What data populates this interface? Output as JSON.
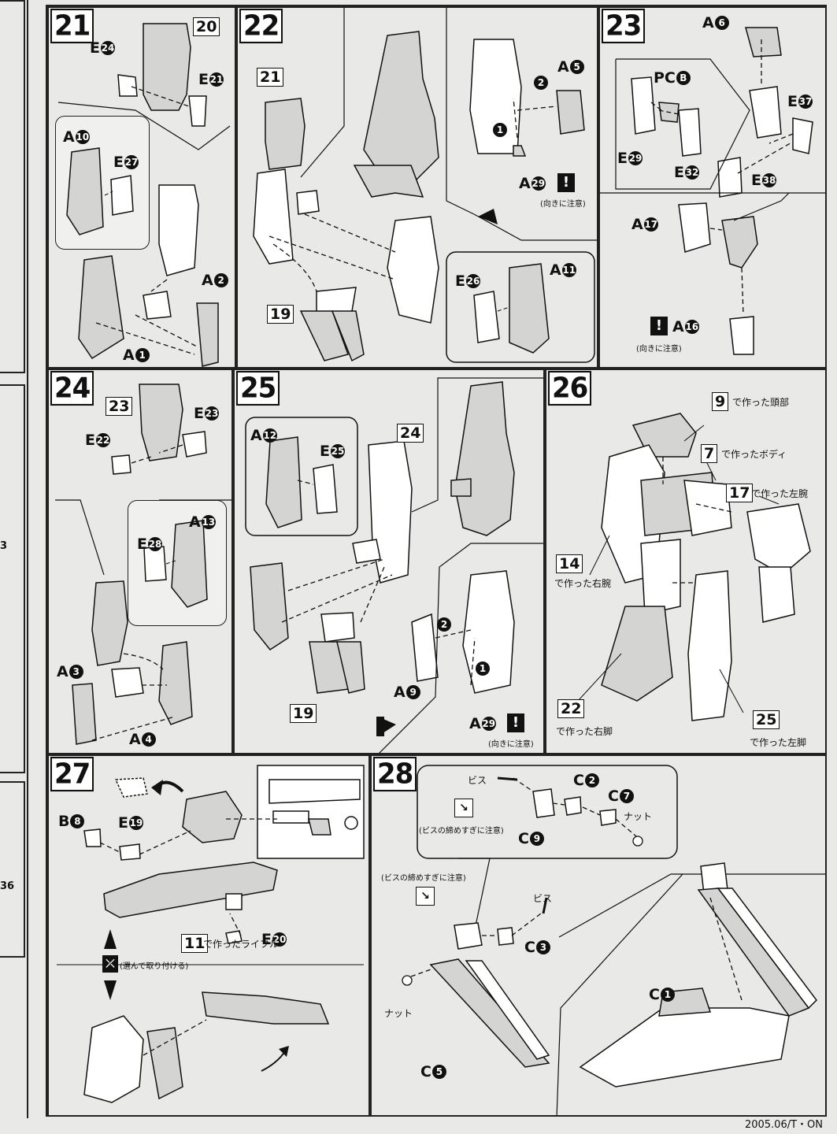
{
  "footer": {
    "code": "2005.06/T・ON"
  },
  "left_strip": {
    "numbers": [
      "3",
      "36"
    ]
  },
  "steps": {
    "s21": {
      "num": "21",
      "ref": "20",
      "parts": [
        "E",
        "E",
        "A",
        "E",
        "A",
        "A"
      ],
      "circ": [
        "24",
        "21",
        "10",
        "27",
        "2",
        "1"
      ]
    },
    "s22": {
      "num": "22",
      "refs": [
        "21",
        "19"
      ],
      "parts": [
        "A",
        "A",
        "E",
        "A"
      ],
      "circ": [
        "5",
        "29",
        "26",
        "11"
      ],
      "order": [
        "2",
        "1"
      ],
      "caution": "(向きに注意)",
      "warn": "!"
    },
    "s23": {
      "num": "23",
      "parts": [
        "A",
        "PC",
        "E",
        "E",
        "E",
        "E",
        "A",
        "A"
      ],
      "circ": [
        "6",
        "B",
        "37",
        "29",
        "32",
        "38",
        "17",
        "16"
      ],
      "caution": "(向きに注意)",
      "warn": "!"
    },
    "s24": {
      "num": "24",
      "ref": "23",
      "parts": [
        "E",
        "E",
        "A",
        "E",
        "A",
        "A"
      ],
      "circ": [
        "22",
        "23",
        "13",
        "28",
        "3",
        "4"
      ]
    },
    "s25": {
      "num": "25",
      "refs": [
        "24",
        "19"
      ],
      "parts": [
        "A",
        "E",
        "A",
        "A"
      ],
      "circ": [
        "12",
        "25",
        "9",
        "29"
      ],
      "order": [
        "2",
        "1"
      ],
      "caution": "(向きに注意)",
      "warn": "!"
    },
    "s26": {
      "num": "26",
      "refs": [
        "9",
        "7",
        "17",
        "14",
        "22",
        "25"
      ],
      "texts": [
        "で作った頭部",
        "で作ったボディ",
        "で作った左腕",
        "で作った右腕",
        "で作った右脚",
        "で作った左脚"
      ]
    },
    "s27": {
      "num": "27",
      "ref": "11",
      "ref_text": "で作ったライフル",
      "parts": [
        "B",
        "E",
        "E"
      ],
      "circ": [
        "8",
        "19",
        "20"
      ],
      "choose": "(選んで取り付ける)"
    },
    "s28": {
      "num": "28",
      "screw": "ビス",
      "nut": "ナット",
      "screw_note": "(ビスの締めすぎに注意)",
      "parts": [
        "C",
        "C",
        "C",
        "C",
        "C",
        "C"
      ],
      "circ": [
        "2",
        "7",
        "9",
        "3",
        "1",
        "5"
      ]
    }
  }
}
